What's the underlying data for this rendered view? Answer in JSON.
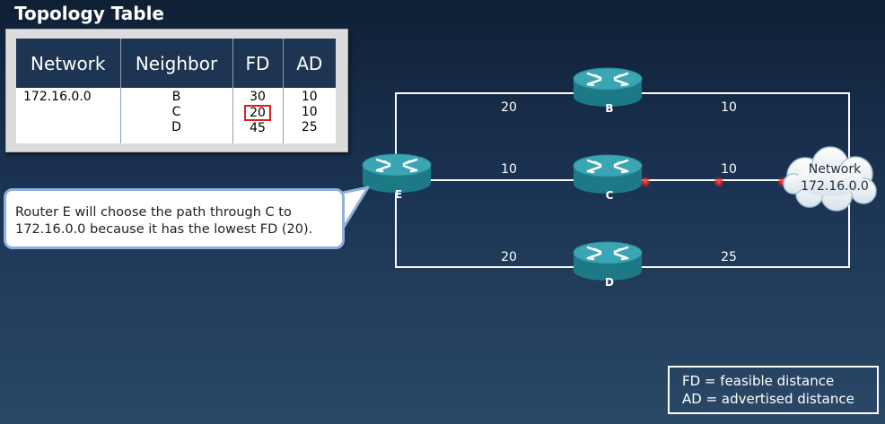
{
  "title": "Topology Table",
  "table": {
    "headers": [
      "Network",
      "Neighbor",
      "FD",
      "AD"
    ],
    "network": "172.16.0.0",
    "rows": [
      {
        "neighbor": "B",
        "fd": "30",
        "ad": "10"
      },
      {
        "neighbor": "C",
        "fd": "20",
        "ad": "10"
      },
      {
        "neighbor": "D",
        "fd": "45",
        "ad": "25"
      }
    ]
  },
  "callout": {
    "line1": "Router E will choose the path through C to",
    "line2": "172.16.0.0 because it has the lowest FD (20)."
  },
  "routers": {
    "e": "E",
    "b": "B",
    "c": "C",
    "d": "D"
  },
  "cloud": {
    "line1": "Network",
    "line2": "172.16.0.0"
  },
  "links": {
    "e_b": "20",
    "b_net": "10",
    "e_c": "10",
    "c_net": "10",
    "e_d": "20",
    "d_net": "25"
  },
  "legend": {
    "fd": "FD = feasible distance",
    "ad": "AD = advertised distance"
  },
  "colors": {
    "highlight": "#e0201c",
    "router_top": "#3aa6b4",
    "router_body": "#1c7a86",
    "link": "#ffffff"
  }
}
